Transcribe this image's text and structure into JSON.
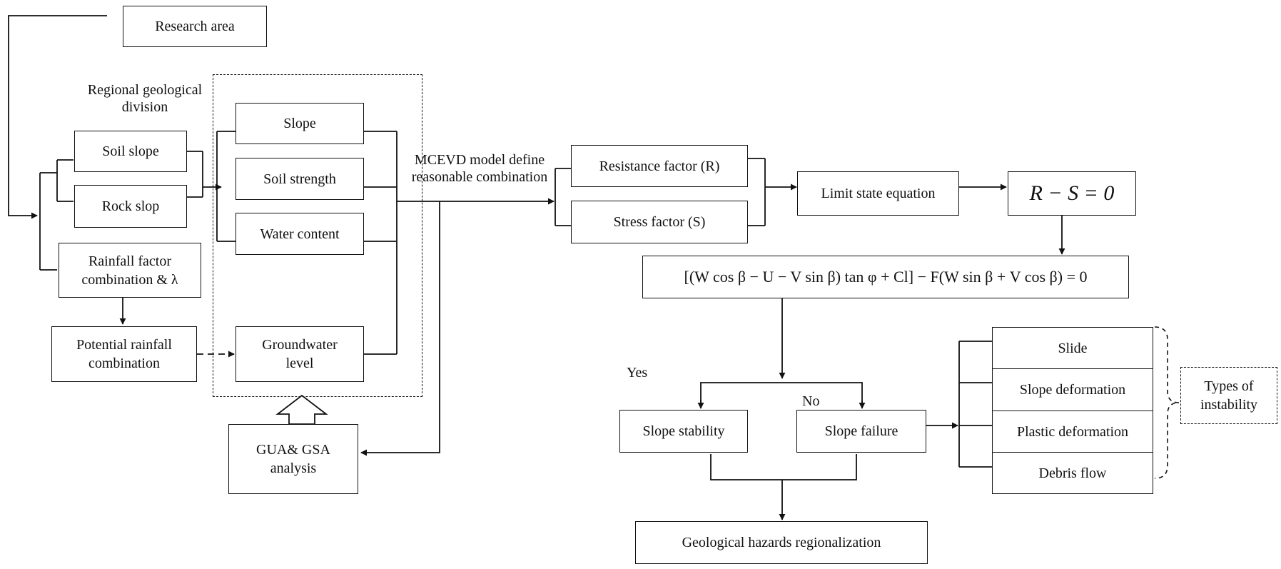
{
  "nodes": {
    "research_area": "Research area",
    "regional_division": "Regional geological division",
    "soil_slope": "Soil slope",
    "rock_slop": "Rock slop",
    "rainfall_factor": "Rainfall factor combination & λ",
    "potential_rainfall": "Potential rainfall combination",
    "slope": "Slope",
    "soil_strength": "Soil strength",
    "water_content": "Water content",
    "groundwater_level": "Groundwater level",
    "gua_gsa": "GUA& GSA analysis",
    "mcevd_label": "MCEVD model define reasonable combination",
    "resistance_factor": "Resistance factor (R)",
    "stress_factor": "Stress factor (S)",
    "limit_state": "Limit state equation",
    "equation_short": "R − S = 0",
    "equation_long": "[(W cos β − U − V sin β) tan φ + Cl] − F(W sin β + V cos β) = 0",
    "yes_label": "Yes",
    "no_label": "No",
    "slope_stability": "Slope stability",
    "slope_failure": "Slope failure",
    "slide": "Slide",
    "slope_deformation": "Slope deformation",
    "plastic_deformation": "Plastic deformation",
    "debris_flow": "Debris flow",
    "types_of_instability": "Types of instability",
    "geological_hazards": "Geological hazards regionalization"
  }
}
